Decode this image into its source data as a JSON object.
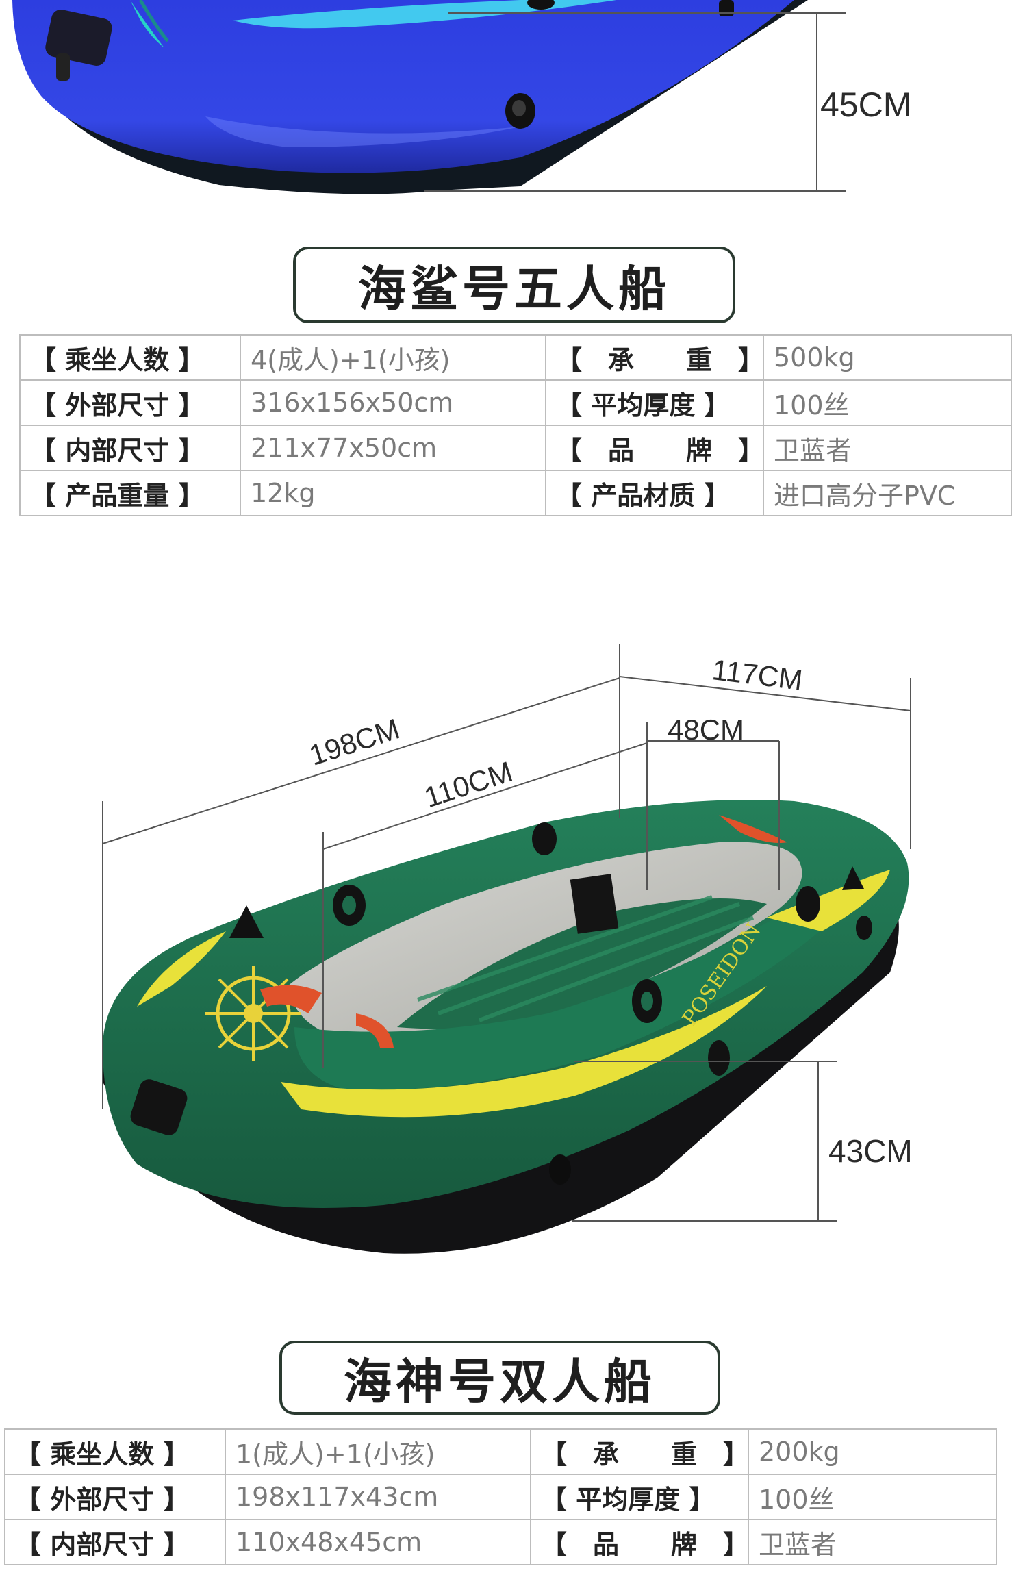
{
  "boat1": {
    "height_label": "45CM",
    "title": "海鲨号五人船",
    "specs": [
      {
        "k1": "【 乘坐人数 】",
        "v1": "4(成人)+1(小孩)",
        "k2": "【　承　　重　】",
        "v2": "500kg"
      },
      {
        "k1": "【 外部尺寸 】",
        "v1": "316x156x50cm",
        "k2": "【 平均厚度 】",
        "v2": "100丝"
      },
      {
        "k1": "【 内部尺寸 】",
        "v1": "211x77x50cm",
        "k2": "【　品　　牌　】",
        "v2": "卫蓝者"
      },
      {
        "k1": "【 产品重量 】",
        "v1": "12kg",
        "k2": "【 产品材质 】",
        "v2": "进口高分子PVC"
      }
    ]
  },
  "boat2": {
    "dims": {
      "outer_length": "198CM",
      "outer_width": "117CM",
      "inner_length": "110CM",
      "inner_width": "48CM",
      "height": "43CM"
    },
    "brand_print": "POSEIDON",
    "title": "海神号双人船",
    "specs": [
      {
        "k1": "【 乘坐人数 】",
        "v1": "1(成人)+1(小孩)",
        "k2": "【　承　　重　】",
        "v2": "200kg"
      },
      {
        "k1": "【 外部尺寸 】",
        "v1": "198x117x43cm",
        "k2": "【 平均厚度 】",
        "v2": "100丝"
      },
      {
        "k1": "【 内部尺寸 】",
        "v1": "110x48x45cm",
        "k2": "【　品　　牌　】",
        "v2": "卫蓝者"
      }
    ]
  },
  "colors": {
    "blue_boat": "#2f3fd8",
    "green_boat": "#1e6b4c",
    "yellow_stripe": "#e8e13a",
    "title_border": "#2a3a30"
  }
}
